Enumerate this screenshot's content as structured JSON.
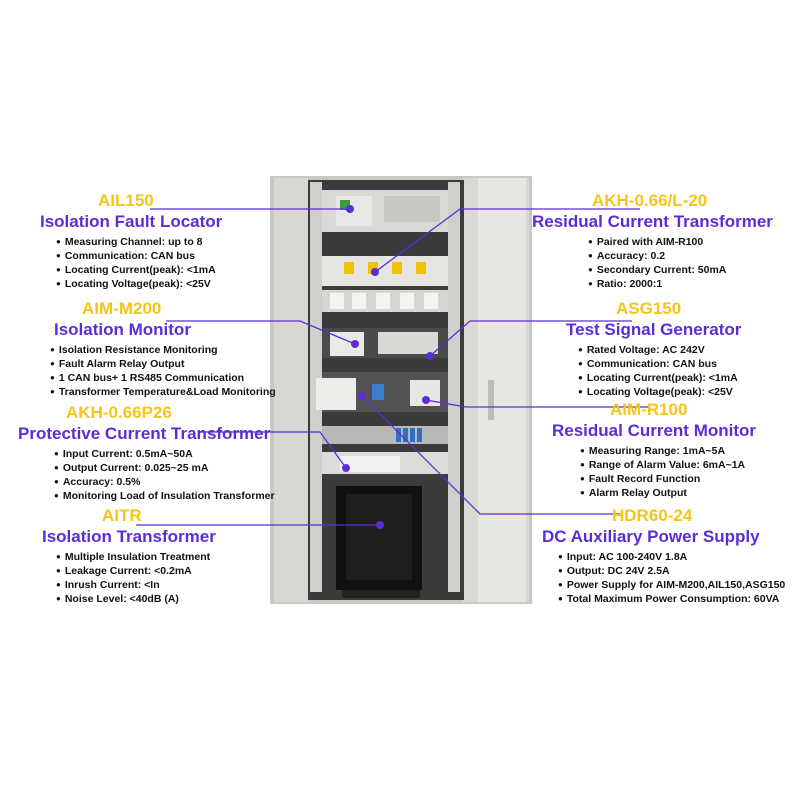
{
  "colors": {
    "model": "#f5c518",
    "title": "#5b2dd6",
    "line": "#5b2dd6"
  },
  "callouts": {
    "ail150": {
      "model": "AIL150",
      "title": "Isolation Fault Locator",
      "specs": [
        "Measuring Channel: up to 8",
        "Communication: CAN bus",
        "Locating Current(peak): <1mA",
        "Locating Voltage(peak): <25V"
      ]
    },
    "aim_m200": {
      "model": "AIM-M200",
      "title": "Isolation Monitor",
      "specs": [
        "Isolation Resistance Monitoring",
        "Fault Alarm Relay Output",
        "1 CAN bus+ 1 RS485 Communication",
        "Transformer Temperature&Load Monitoring"
      ]
    },
    "akh_066p26": {
      "model": "AKH-0.66P26",
      "title": "Protective Current Transformer",
      "specs": [
        "Input Current: 0.5mA~50A",
        "Output Current: 0.025~25 mA",
        "Accuracy: 0.5%",
        "Monitoring Load of Insulation Transformer"
      ]
    },
    "aitr": {
      "model": "AITR",
      "title": "Isolation Transformer",
      "specs": [
        "Multiple Insulation Treatment",
        "Leakage Current: <0.2mA",
        "Inrush Current: <In",
        "Noise Level: <40dB (A)"
      ]
    },
    "akh_066l20": {
      "model": "AKH-0.66/L-20",
      "title": "Residual Current Transformer",
      "specs": [
        "Paired with AIM-R100",
        "Accuracy: 0.2",
        "Secondary Current: 50mA",
        "Ratio: 2000:1"
      ]
    },
    "asg150": {
      "model": "ASG150",
      "title": "Test Signal Generator",
      "specs": [
        "Rated Voltage: AC 242V",
        "Communication: CAN bus",
        "Locating Current(peak): <1mA",
        "Locating Voltage(peak): <25V"
      ]
    },
    "aim_r100": {
      "model": "AIM-R100",
      "title": "Residual Current Monitor",
      "specs": [
        "Measuring Range: 1mA~5A",
        "Range of Alarm Value: 6mA~1A",
        "Fault Record Function",
        "Alarm Relay Output"
      ]
    },
    "hdr60_24": {
      "model": "HDR60-24",
      "title": "DC Auxiliary Power Supply",
      "specs": [
        "Input: AC 100-240V 1.8A",
        "Output: DC 24V 2.5A",
        "Power Supply for AIM-M200,AIL150,ASG150",
        "Total Maximum Power Consumption: 60VA"
      ]
    }
  }
}
